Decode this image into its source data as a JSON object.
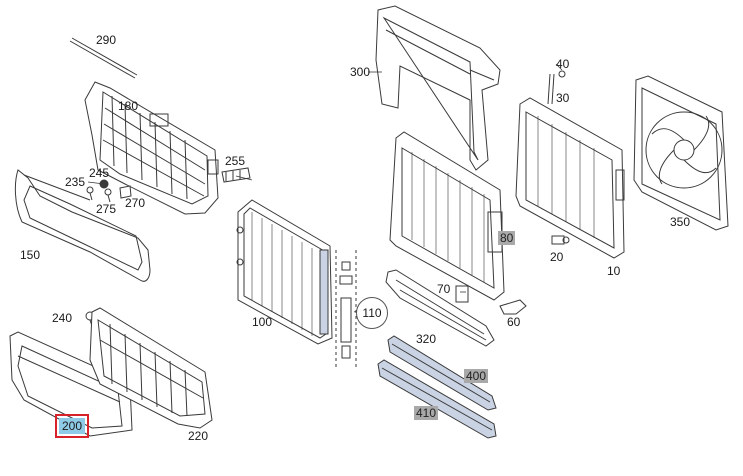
{
  "diagram": {
    "parts": [
      {
        "id": "p290",
        "label": "290"
      },
      {
        "id": "p180",
        "label": "180"
      },
      {
        "id": "p255",
        "label": "255"
      },
      {
        "id": "p245",
        "label": "245"
      },
      {
        "id": "p235",
        "label": "235"
      },
      {
        "id": "p275",
        "label": "275"
      },
      {
        "id": "p270",
        "label": "270"
      },
      {
        "id": "p150",
        "label": "150"
      },
      {
        "id": "p240",
        "label": "240"
      },
      {
        "id": "p200",
        "label": "200"
      },
      {
        "id": "p220",
        "label": "220"
      },
      {
        "id": "p100",
        "label": "100"
      },
      {
        "id": "p110",
        "label": "110"
      },
      {
        "id": "p300",
        "label": "300"
      },
      {
        "id": "p40",
        "label": "40"
      },
      {
        "id": "p30",
        "label": "30"
      },
      {
        "id": "p80",
        "label": "80"
      },
      {
        "id": "p20",
        "label": "20"
      },
      {
        "id": "p10",
        "label": "10"
      },
      {
        "id": "p350",
        "label": "350"
      },
      {
        "id": "p70",
        "label": "70"
      },
      {
        "id": "p60",
        "label": "60"
      },
      {
        "id": "p320",
        "label": "320"
      },
      {
        "id": "p400",
        "label": "400"
      },
      {
        "id": "p410",
        "label": "410"
      }
    ],
    "selected_part": "200",
    "colors": {
      "line": "#3a3a3a",
      "part_fill": "#ffffff",
      "shaded_label": "#a9a9a9",
      "selected_fill": "#8fcbe6",
      "selected_border": "#d8222a",
      "accent_part": "#c9d3e3"
    }
  }
}
